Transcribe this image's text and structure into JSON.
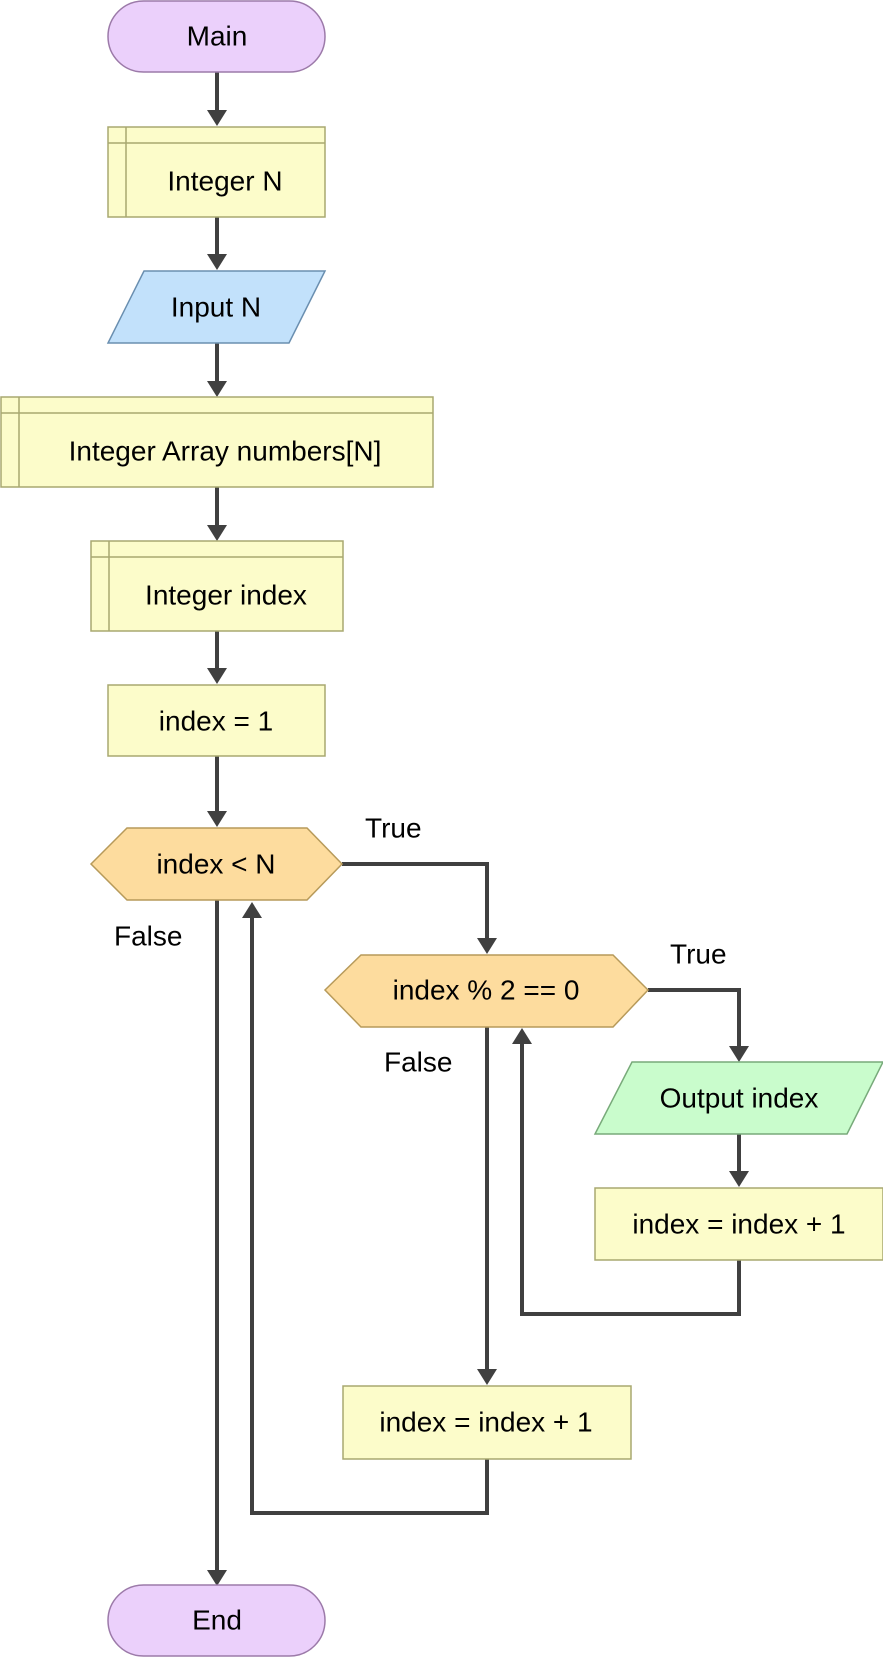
{
  "diagram": {
    "type": "flowchart",
    "nodes": {
      "main": "Main",
      "declare_n": "Integer N",
      "input_n": "Input N",
      "declare_array": "Integer Array numbers[N]",
      "declare_index": "Integer index",
      "assign_index": "index = 1",
      "decision_outer": "index < N",
      "decision_inner": "index % 2 == 0",
      "output_index": "Output index",
      "increment_inner": "index = index + 1",
      "increment_outer": "index = index + 1",
      "end": "End"
    },
    "labels": {
      "outer_true": "True",
      "outer_false": "False",
      "inner_true": "True",
      "inner_false": "False"
    },
    "colors": {
      "terminal": "#ebd0fb",
      "declaration": "#fcfcca",
      "input": "#c2e1fb",
      "output": "#c9fccc",
      "decision": "#fddc9e",
      "connector": "#404040"
    }
  }
}
